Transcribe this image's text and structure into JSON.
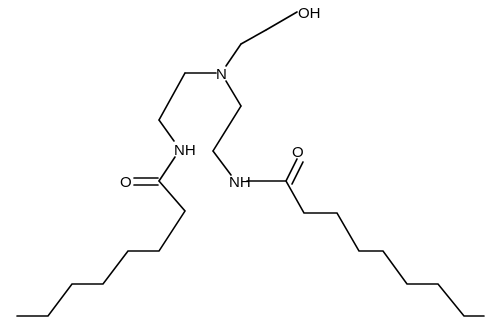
{
  "molecule": {
    "atoms": {
      "hydroxyl": "OH",
      "amine_n": "N",
      "amide_nh_left": "NH",
      "amide_o_left": "O",
      "amide_nh_right": "NH",
      "amide_o_right": "O"
    }
  }
}
